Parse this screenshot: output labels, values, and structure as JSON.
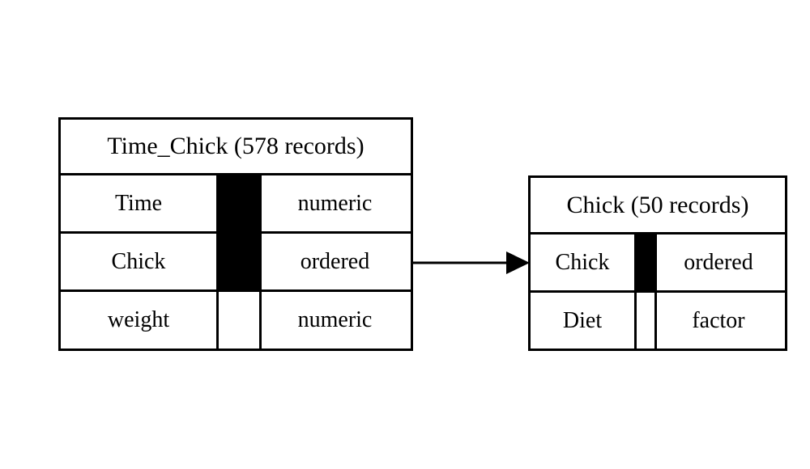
{
  "diagram": {
    "background_color": "#ffffff",
    "line_color": "#000000",
    "key_fill_color": "#000000"
  },
  "tables": [
    {
      "id": "time_chick",
      "name": "Time_Chick",
      "record_count": "578",
      "header": "Time_Chick (578 records)",
      "fields": [
        {
          "name": "Time",
          "type": "numeric",
          "is_key": true
        },
        {
          "name": "Chick",
          "type": "ordered",
          "is_key": true
        },
        {
          "name": "weight",
          "type": "numeric",
          "is_key": false
        }
      ]
    },
    {
      "id": "chick",
      "name": "Chick",
      "record_count": "50",
      "header": "Chick (50 records)",
      "fields": [
        {
          "name": "Chick",
          "type": "ordered",
          "is_key": true
        },
        {
          "name": "Diet",
          "type": "factor",
          "is_key": false
        }
      ]
    }
  ],
  "relations": [
    {
      "id": "time_chick-to-chick",
      "from_table": "Time_Chick",
      "from_field": "Chick",
      "to_table": "Chick",
      "to_field": "Chick",
      "label": ""
    }
  ]
}
